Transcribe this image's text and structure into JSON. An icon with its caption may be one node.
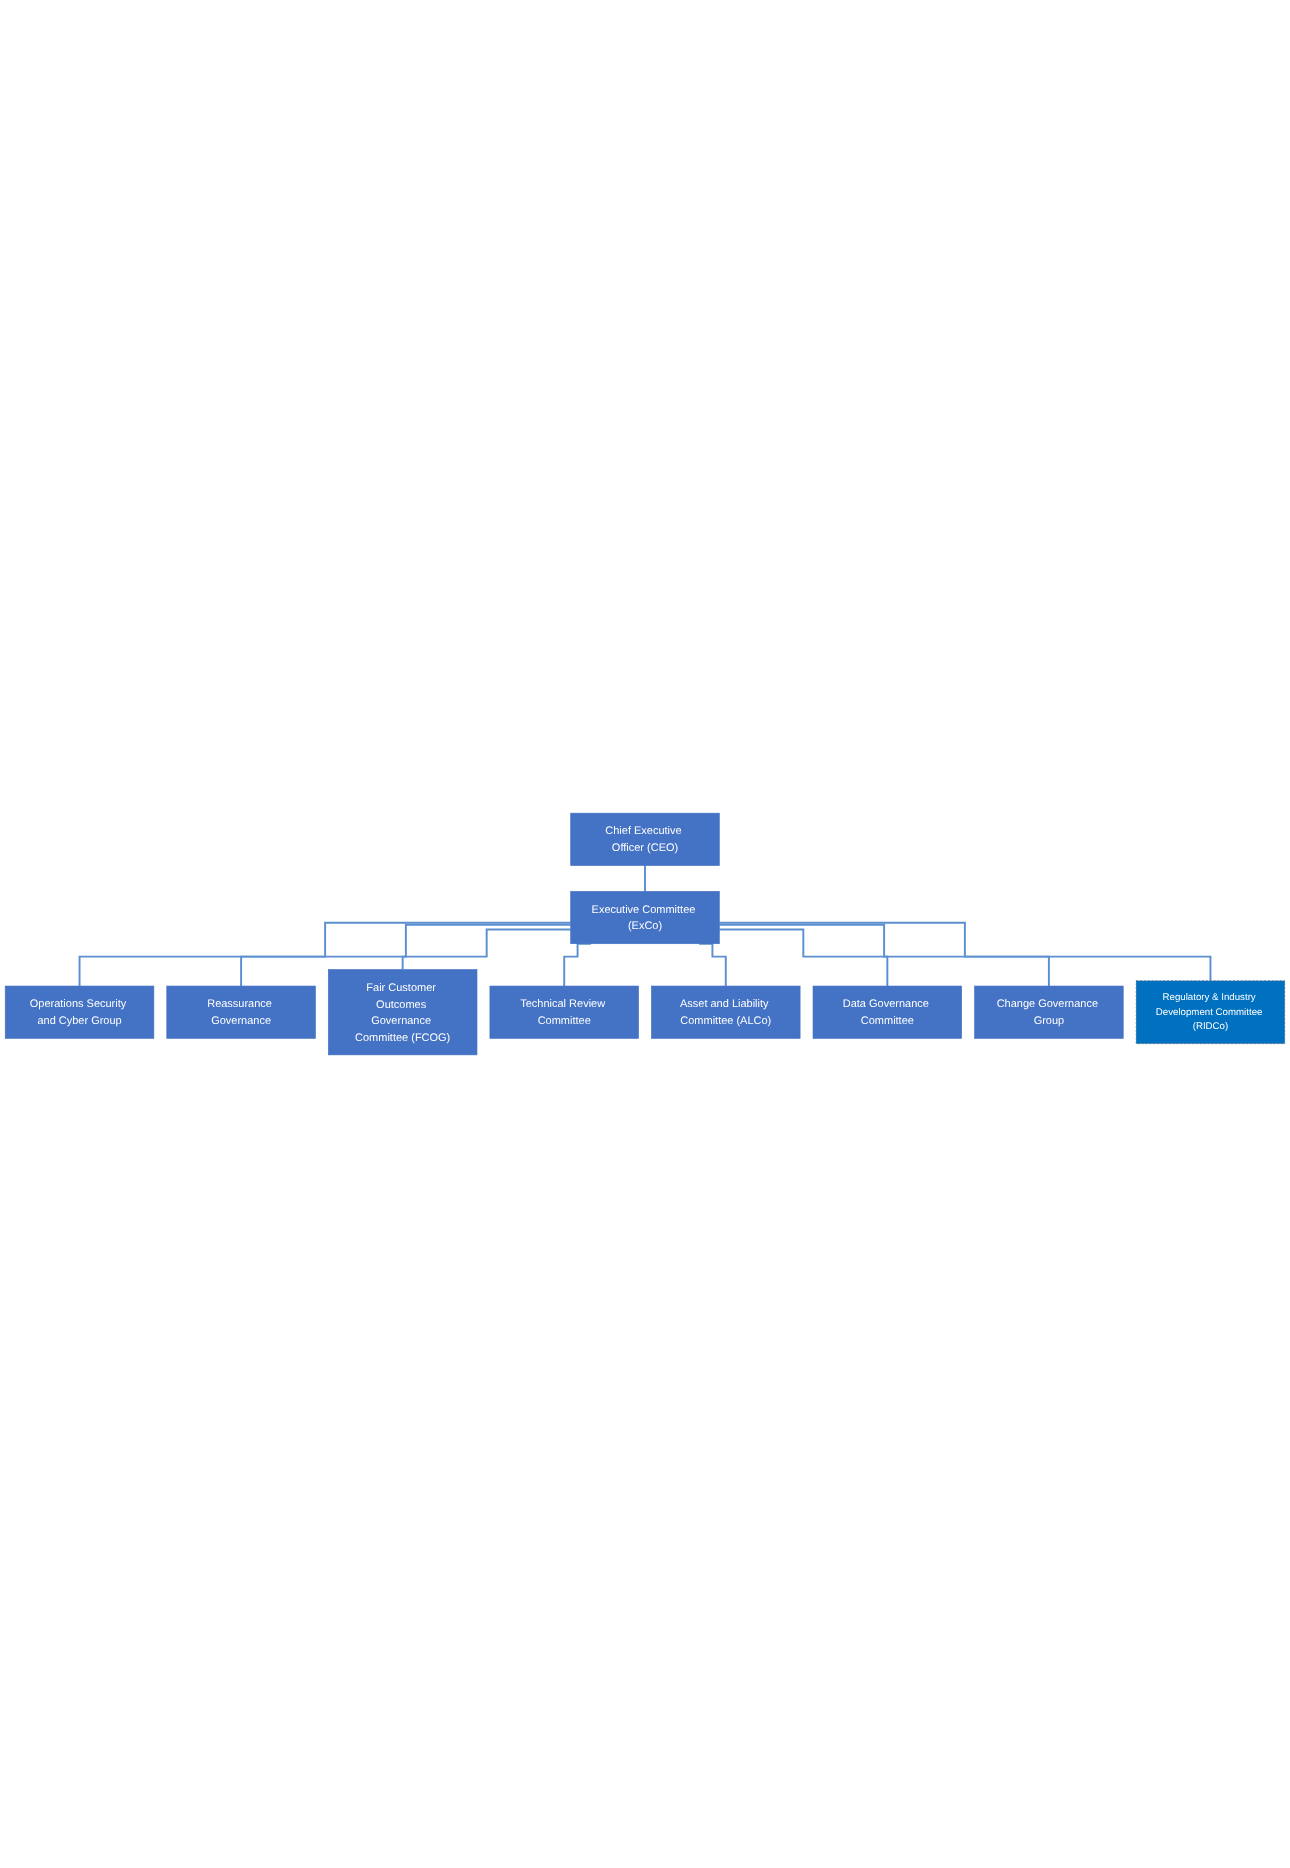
{
  "diagram": {
    "nodes": [
      {
        "text": [
          "Chief Executive Officer (CEO)"
        ]
      },
      {
        "text": [
          "Executive Committee (ExCo)"
        ]
      },
      {
        "text": [
          "Operations Security and Cyber Group"
        ]
      },
      {
        "text": [
          "Reassurance Governance"
        ]
      },
      {
        "text": [
          "Fair Customer Outcomes Governance Committee (FCOG)"
        ]
      },
      {
        "text": [
          "Technical Review Committee"
        ]
      },
      {
        "text": [
          "Asset and Liability Committee (ALCo)"
        ]
      },
      {
        "text": [
          "Data Governance Committee"
        ]
      },
      {
        "text": [
          "Change Governance Group"
        ]
      },
      {
        "text": [
          "Regulatory & Industry Development Committee (RIDCo)"
        ]
      }
    ],
    "edges": [
      {
        "from": 0,
        "to": 1,
        "arrow": "none"
      },
      {
        "from": 1,
        "to": 2,
        "arrow": "none"
      },
      {
        "from": 1,
        "to": 3,
        "arrow": "none"
      },
      {
        "from": 1,
        "to": 4,
        "arrow": "none"
      },
      {
        "from": 1,
        "to": 5,
        "arrow": "none"
      },
      {
        "from": 1,
        "to": 6,
        "arrow": "none"
      },
      {
        "from": 1,
        "to": 7,
        "arrow": "none"
      },
      {
        "from": 1,
        "to": 8,
        "arrow": "none"
      },
      {
        "from": 1,
        "to": 9,
        "arrow": "none"
      }
    ]
  }
}
